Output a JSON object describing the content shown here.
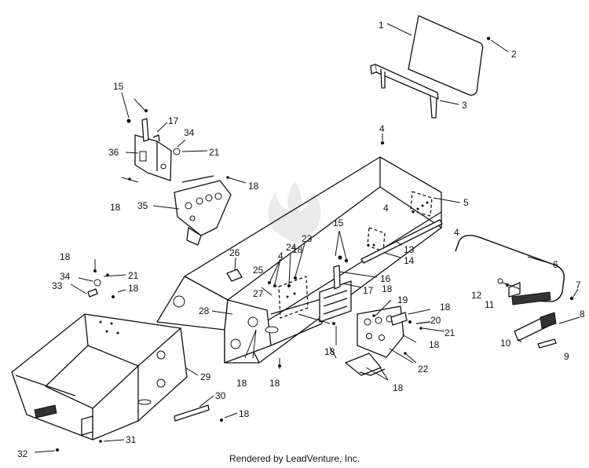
{
  "caption": "Rendered by LeadVenture, Inc.",
  "watermark_icon": "leadventure-flame-logo",
  "callouts": [
    {
      "id": "c1",
      "label": "1"
    },
    {
      "id": "c2",
      "label": "2"
    },
    {
      "id": "c3",
      "label": "3"
    },
    {
      "id": "c4a",
      "label": "4"
    },
    {
      "id": "c4b",
      "label": "4"
    },
    {
      "id": "c4c",
      "label": "4"
    },
    {
      "id": "c4d",
      "label": "4"
    },
    {
      "id": "c5",
      "label": "5"
    },
    {
      "id": "c6",
      "label": "6"
    },
    {
      "id": "c7",
      "label": "7"
    },
    {
      "id": "c8",
      "label": "8"
    },
    {
      "id": "c9",
      "label": "9"
    },
    {
      "id": "c10",
      "label": "10"
    },
    {
      "id": "c11",
      "label": "11"
    },
    {
      "id": "c12",
      "label": "12"
    },
    {
      "id": "c13",
      "label": "13"
    },
    {
      "id": "c14",
      "label": "14"
    },
    {
      "id": "c15a",
      "label": "15"
    },
    {
      "id": "c15b",
      "label": "15"
    },
    {
      "id": "c16",
      "label": "16"
    },
    {
      "id": "c17a",
      "label": "17"
    },
    {
      "id": "c17b",
      "label": "17"
    },
    {
      "id": "c18a",
      "label": "18"
    },
    {
      "id": "c18b",
      "label": "18"
    },
    {
      "id": "c18c",
      "label": "18"
    },
    {
      "id": "c18d",
      "label": "18"
    },
    {
      "id": "c18e",
      "label": "18"
    },
    {
      "id": "c18f",
      "label": "18"
    },
    {
      "id": "c18g",
      "label": "18"
    },
    {
      "id": "c18h",
      "label": "18"
    },
    {
      "id": "c18i",
      "label": "18"
    },
    {
      "id": "c18j",
      "label": "18"
    },
    {
      "id": "c18k",
      "label": "18"
    },
    {
      "id": "c18l",
      "label": "18"
    },
    {
      "id": "c18m",
      "label": "18"
    },
    {
      "id": "c19",
      "label": "19"
    },
    {
      "id": "c20",
      "label": "20"
    },
    {
      "id": "c21a",
      "label": "21"
    },
    {
      "id": "c21b",
      "label": "21"
    },
    {
      "id": "c21c",
      "label": "21"
    },
    {
      "id": "c22",
      "label": "22"
    },
    {
      "id": "c23",
      "label": "23"
    },
    {
      "id": "c24",
      "label": "24"
    },
    {
      "id": "c25",
      "label": "25"
    },
    {
      "id": "c26",
      "label": "26"
    },
    {
      "id": "c27",
      "label": "27"
    },
    {
      "id": "c28",
      "label": "28"
    },
    {
      "id": "c29",
      "label": "29"
    },
    {
      "id": "c30",
      "label": "30"
    },
    {
      "id": "c31",
      "label": "31"
    },
    {
      "id": "c32",
      "label": "32"
    },
    {
      "id": "c33",
      "label": "33"
    },
    {
      "id": "c34a",
      "label": "34"
    },
    {
      "id": "c34b",
      "label": "34"
    },
    {
      "id": "c35",
      "label": "35"
    },
    {
      "id": "c36",
      "label": "36"
    }
  ]
}
